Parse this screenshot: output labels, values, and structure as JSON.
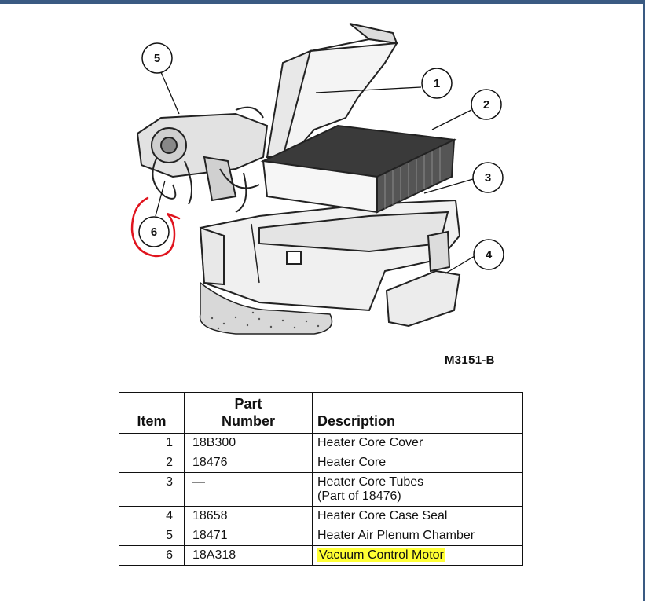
{
  "figure": {
    "code": "M3151-B",
    "callouts": [
      "1",
      "2",
      "3",
      "4",
      "5",
      "6"
    ],
    "highlight_color": "#ffff33",
    "annotation_color": "#e0141e"
  },
  "table": {
    "headers": {
      "item": "Item",
      "part_line1": "Part",
      "part_line2": "Number",
      "description": "Description"
    },
    "rows": [
      {
        "item": "1",
        "part": "18B300",
        "desc": "Heater Core Cover",
        "desc2": ""
      },
      {
        "item": "2",
        "part": "18476",
        "desc": "Heater Core",
        "desc2": ""
      },
      {
        "item": "3",
        "part": "—",
        "desc": "Heater Core Tubes",
        "desc2": "(Part of 18476)"
      },
      {
        "item": "4",
        "part": "18658",
        "desc": "Heater Core Case Seal",
        "desc2": ""
      },
      {
        "item": "5",
        "part": "18471",
        "desc": "Heater Air Plenum Chamber",
        "desc2": ""
      },
      {
        "item": "6",
        "part": "18A318",
        "desc": "Vacuum Control Motor",
        "desc2": ""
      }
    ]
  }
}
